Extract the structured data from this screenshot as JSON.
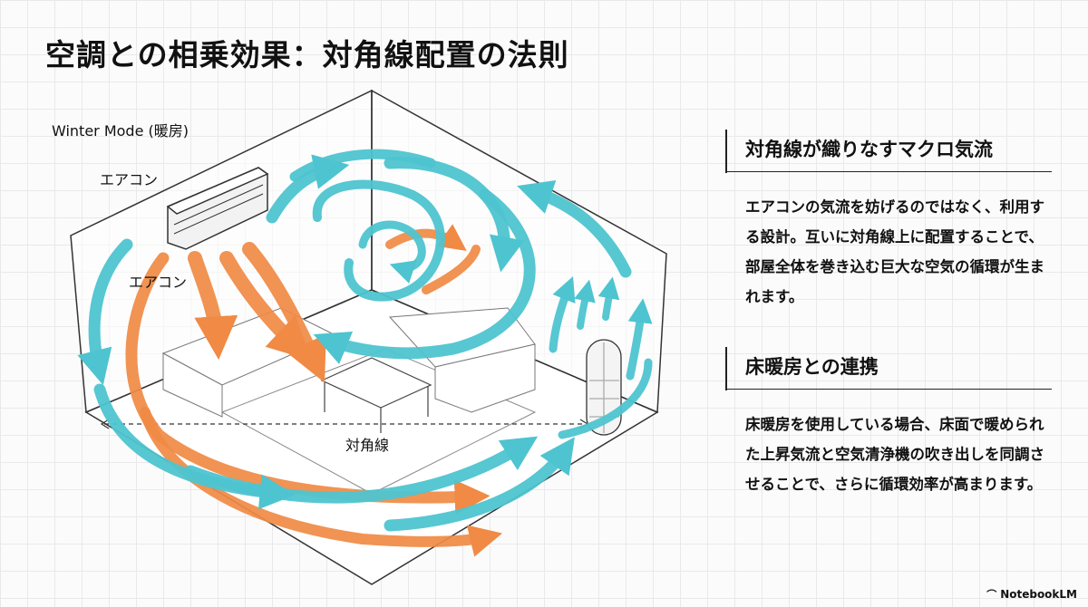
{
  "title": "空調との相乗効果：対角線配置の法則",
  "diagram": {
    "mode_label": "Winter Mode (暖房)",
    "ac_label_1": "エアコン",
    "ac_label_2": "エアコン",
    "diagonal_label": "対角線"
  },
  "sections": [
    {
      "heading": "対角線が織りなすマクロ気流",
      "body": "エアコンの気流を妨げるのではなく、利用する設計。互いに対角線上に配置することで、部屋全体を巻き込む巨大な空気の循環が生まれます。"
    },
    {
      "heading": "床暖房との連携",
      "body": "床暖房を使用している場合、床面で暖められた上昇気流と空気清浄機の吹き出しを同調させることで、さらに循環効率が高まります。"
    }
  ],
  "brand": "NotebookLM",
  "colors": {
    "warm_airflow": "#f08a44",
    "cool_airflow": "#4ec4d0",
    "line": "#333333"
  }
}
